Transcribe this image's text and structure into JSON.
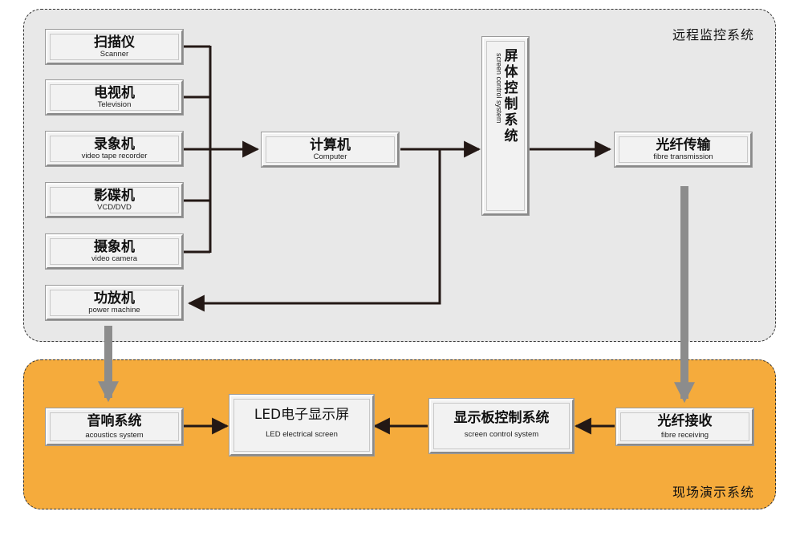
{
  "regions": {
    "remote": {
      "title": "远程监控系统"
    },
    "site": {
      "title": "现场演示系统"
    }
  },
  "nodes": {
    "scanner": {
      "zh": "扫描仪",
      "en": "Scanner"
    },
    "television": {
      "zh": "电视机",
      "en": "Television"
    },
    "vcr": {
      "zh": "录象机",
      "en": "video tape recorder"
    },
    "vcd": {
      "zh": "影碟机",
      "en": "VCD/DVD"
    },
    "camera": {
      "zh": "摄象机",
      "en": "video camera"
    },
    "amplifier": {
      "zh": "功放机",
      "en": "power machine"
    },
    "computer": {
      "zh": "计算机",
      "en": "Computer"
    },
    "screen_control": {
      "zh": "屏体控制系统",
      "en": "screen control system"
    },
    "fibre_tx": {
      "zh": "光纤传输",
      "en": "fibre transmission"
    },
    "fibre_rx": {
      "zh": "光纤接收",
      "en": "fibre receiving"
    },
    "board_control": {
      "zh": "显示板控制系统",
      "en": "screen control system"
    },
    "led_screen": {
      "zh": "LED电子显示屏",
      "en": "LED electrical screen"
    },
    "acoustics": {
      "zh": "音响系统",
      "en": "acoustics system"
    }
  },
  "colors": {
    "remote_bg": "#e8e8e8",
    "site_bg": "#f5ab3c",
    "line": "#231815",
    "gray_arrow": "#8c8c8c"
  }
}
